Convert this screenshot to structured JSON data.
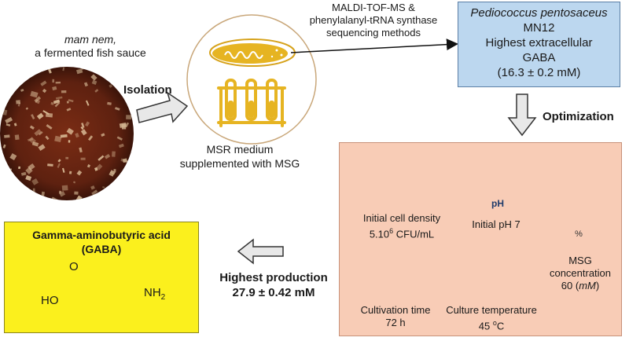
{
  "sauce": {
    "name": "mam nem,",
    "description": "a fermented fish sauce"
  },
  "isolation_label": "Isolation",
  "msr": {
    "line1": "MSR medium",
    "line2": "supplemented with MSG"
  },
  "methods": {
    "line1": "MALDI-TOF-MS &",
    "line2": "phenylalanyl-tRNA synthase",
    "line3": "sequencing methods"
  },
  "strain": {
    "species": "Pediococcus pentosaceus",
    "code": "MN12",
    "line1": "Highest extracellular",
    "line2": "GABA",
    "value": "(16.3 ± 0.2 mM)"
  },
  "optimization_label": "Optimization",
  "conditions": {
    "cell_density": {
      "label": "Initial cell density",
      "base": "5.10",
      "exp": "6",
      "unit": " CFU/mL"
    },
    "ph": {
      "icon_text": "pH",
      "label": "Initial pH 7"
    },
    "msg": {
      "icon_text": "%",
      "label": "MSG concentration",
      "value_pre": "60 (",
      "value_unit": "mM",
      "value_post": ")"
    },
    "cultivation": {
      "label": "Cultivation time",
      "value": "72 h"
    },
    "temperature": {
      "label": "Culture temperature",
      "value_num": "45 ",
      "value_sup": "o",
      "value_unit": "C"
    }
  },
  "gaba": {
    "line1": "Gamma-aminobutyric acid",
    "line2": "(GABA)",
    "atom_o": "O",
    "atom_ho": "HO",
    "atom_nh": "NH",
    "atom_sub": "2"
  },
  "production": {
    "line1": "Highest production",
    "line2": "27.9 ± 0.42 mM"
  },
  "colors": {
    "strain_box": "#bcd7ef",
    "opt_box": "#f8ccb6",
    "gaba_box": "#fbf01d",
    "gold": "#e6b422",
    "gauge_green": "#8fd19e",
    "drop_blue": "#cfe3f7",
    "thermo_red": "#d9342b"
  }
}
